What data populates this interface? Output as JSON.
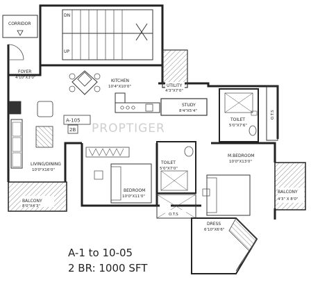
{
  "rooms": {
    "corridor": {
      "name": "CORRIDOR"
    },
    "foyer": {
      "name": "FOYER",
      "size": "4'10\"X3'0\""
    },
    "kitchen": {
      "name": "KITCHEN",
      "size": "10'4\"X10'0\""
    },
    "utility": {
      "name": "UTILITY",
      "size": "4'3\"X7'0\""
    },
    "study": {
      "name": "STUDY",
      "size": "8'4\"X5'4\""
    },
    "toilet1": {
      "name": "TOILET",
      "size": "5'0\"X7'6\""
    },
    "living": {
      "name": "LIVING/DINING",
      "size": "10'0\"X16'0\""
    },
    "balcony1": {
      "name": "BALCONY",
      "size": "8'0\"X4'3\""
    },
    "bedroom": {
      "name": "BEDROOM",
      "size": "10'0\"X11'0\""
    },
    "toilet2": {
      "name": "TOILET",
      "size": "5'0\"X7'0\""
    },
    "mbedroom": {
      "name": "M.BEDROOM",
      "size": "10'0\"X13'0\""
    },
    "balcony2": {
      "name": "BALCONY",
      "size": "4'3\" X 8'0\""
    },
    "dress": {
      "name": "DRESS",
      "size": "6'10\"X6'6\""
    }
  },
  "stair": {
    "down": "DN",
    "up": "UP"
  },
  "shafts": {
    "ots1": "O.T.S",
    "ots2": "O.T.S"
  },
  "unit": {
    "code": "A-105",
    "type": "2B"
  },
  "watermark": "PROPTIGER",
  "caption": {
    "line1": "A-1 to 10-05",
    "line2": "2 BR: 1000 SFT"
  }
}
